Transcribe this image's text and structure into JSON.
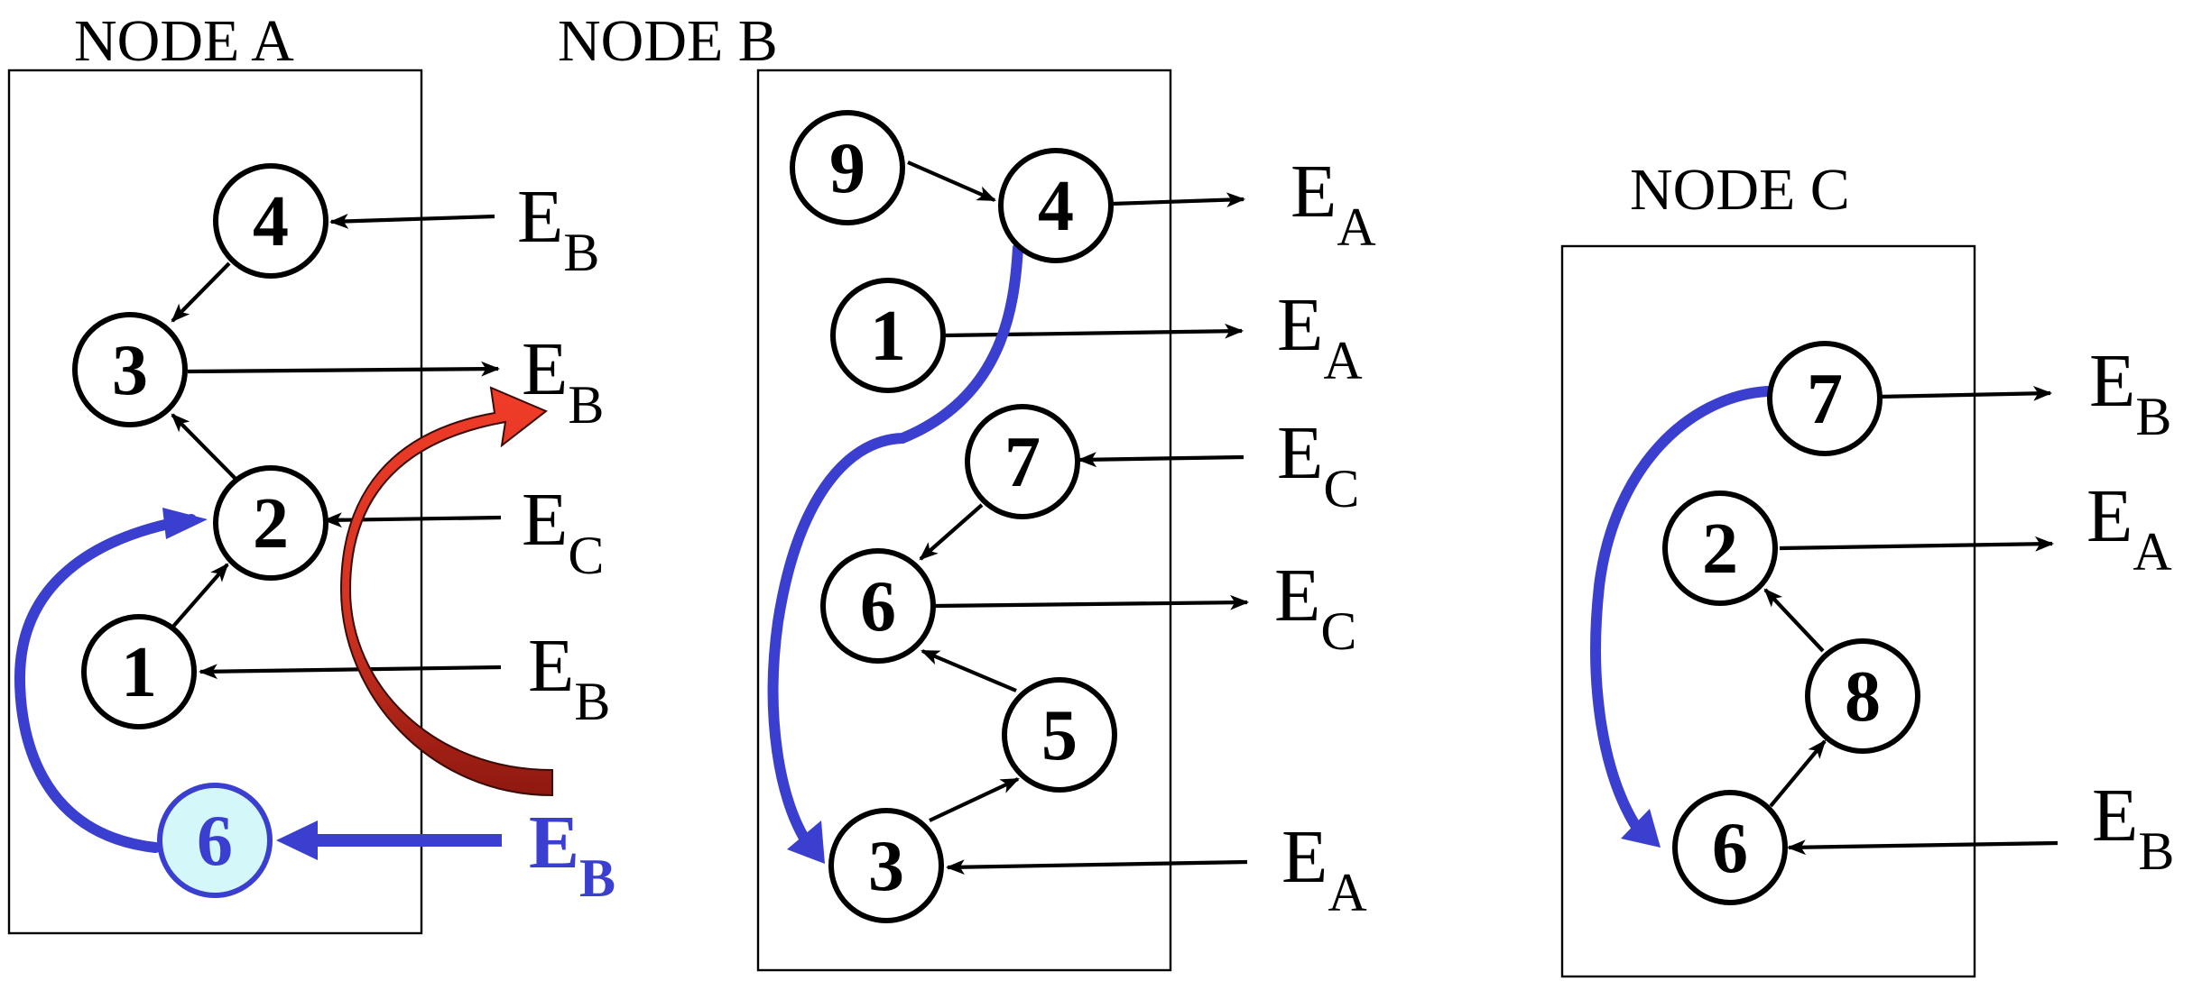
{
  "nodes": [
    {
      "title": "NODE A",
      "circles": [
        {
          "label": "4"
        },
        {
          "label": "3"
        },
        {
          "label": "2"
        },
        {
          "label": "1"
        },
        {
          "label": "6"
        }
      ],
      "externals": [
        {
          "letter": "E",
          "sub": "B"
        },
        {
          "letter": "E",
          "sub": "B"
        },
        {
          "letter": "E",
          "sub": "C"
        },
        {
          "letter": "E",
          "sub": "B"
        },
        {
          "letter": "E",
          "sub": "B"
        }
      ]
    },
    {
      "title": "NODE B",
      "circles": [
        {
          "label": "9"
        },
        {
          "label": "4"
        },
        {
          "label": "1"
        },
        {
          "label": "7"
        },
        {
          "label": "6"
        },
        {
          "label": "5"
        },
        {
          "label": "3"
        }
      ],
      "externals": [
        {
          "letter": "E",
          "sub": "A"
        },
        {
          "letter": "E",
          "sub": "A"
        },
        {
          "letter": "E",
          "sub": "C"
        },
        {
          "letter": "E",
          "sub": "C"
        },
        {
          "letter": "E",
          "sub": "A"
        }
      ]
    },
    {
      "title": "NODE C",
      "circles": [
        {
          "label": "7"
        },
        {
          "label": "2"
        },
        {
          "label": "8"
        },
        {
          "label": "6"
        }
      ],
      "externals": [
        {
          "letter": "E",
          "sub": "B"
        },
        {
          "letter": "E",
          "sub": "A"
        },
        {
          "letter": "E",
          "sub": "B"
        }
      ]
    }
  ],
  "colors": {
    "highlight_blue": "#3a3fd0",
    "highlight_fill": "#d4f8f9",
    "red_arrow": "#e03a28",
    "red_arrow_dark": "#9c1a12",
    "ink": "#000000"
  }
}
